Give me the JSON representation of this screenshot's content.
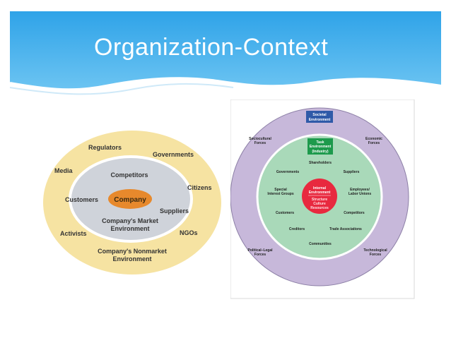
{
  "slide": {
    "title": "Organization-Context"
  },
  "left_diagram": {
    "outer_labels": [
      "Regulators",
      "Governments",
      "Media",
      "Citizens",
      "Activists",
      "NGOs"
    ],
    "outer_ring_name_line1": "Company's Nonmarket",
    "outer_ring_name_line2": "Environment",
    "middle_labels": [
      "Competitors",
      "Customers",
      "Suppliers"
    ],
    "middle_ring_name_line1": "Company's Market",
    "middle_ring_name_line2": "Environment",
    "center": "Company",
    "colors": {
      "outer": "#f6e3a2",
      "middle": "#cfd3da",
      "center": "#e7892c"
    }
  },
  "right_diagram": {
    "societal_line1": "Societal",
    "societal_line2": "Environment",
    "task_line1": "Task",
    "task_line2": "Environment",
    "task_line3": "(Industry)",
    "internal_line1": "Internal",
    "internal_line2": "Environment",
    "internal_items": [
      "Structure",
      "Culture",
      "Resources"
    ],
    "sociocultural_line1": "Sociocultural",
    "sociocultural_line2": "Forces",
    "economic_line1": "Economic",
    "economic_line2": "Forces",
    "political_line1": "Political–Legal",
    "political_line2": "Forces",
    "technological_line1": "Technological",
    "technological_line2": "Forces",
    "shareholders": "Shareholders",
    "governments": "Governments",
    "suppliers": "Suppliers",
    "special_line1": "Special",
    "special_line2": "Interest Groups",
    "employees_line1": "Employees/",
    "employees_line2": "Labor Unions",
    "customers": "Customers",
    "competitors": "Competitors",
    "creditors": "Creditors",
    "trade_associations": "Trade Associations",
    "communities": "Communities",
    "colors": {
      "outer": "#c7b8da",
      "task": "#a9d9b9",
      "internal": "#e8293f",
      "societal_box": "#2f5aa8",
      "task_box": "#1d9a4c"
    }
  }
}
